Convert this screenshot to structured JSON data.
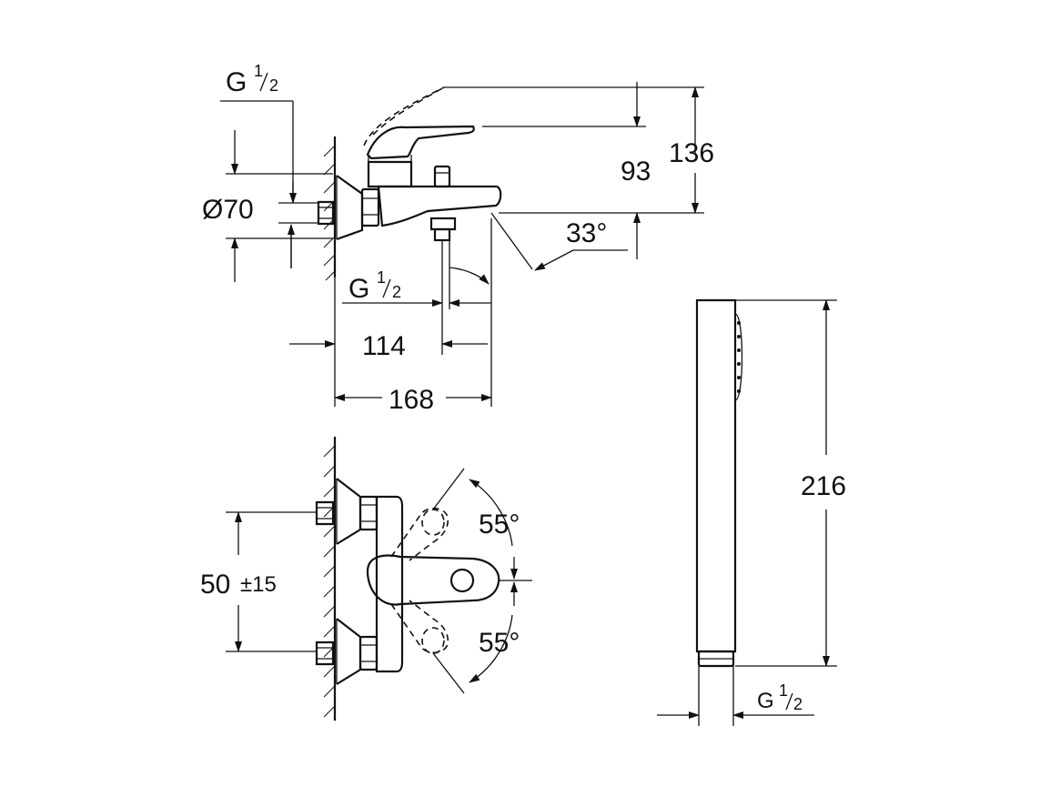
{
  "dimensions": {
    "thread_top_G": "G",
    "thread_top_num": "1",
    "thread_top_den": "2",
    "diameter": "Ø70",
    "outlet_G": "G",
    "outlet_num": "1",
    "outlet_den": "2",
    "depth_114": "114",
    "depth_168": "168",
    "height_136": "136",
    "height_93": "93",
    "angle_spout": "33°",
    "angle_lever_up": "55°",
    "angle_lever_down": "55°",
    "center_distance": "50",
    "center_tolerance": "±15",
    "handshower_length": "216",
    "handshower_G": "G",
    "handshower_num": "1",
    "handshower_den": "2"
  }
}
